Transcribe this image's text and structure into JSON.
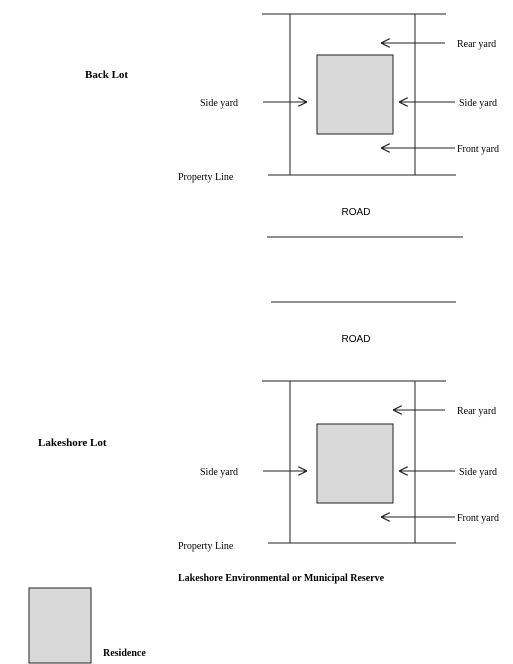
{
  "back_lot": {
    "title": "Back Lot",
    "labels": {
      "rear_yard": "Rear yard",
      "side_yard_left": "Side yard",
      "side_yard_right": "Side yard",
      "front_yard": "Front yard",
      "property_line": "Property Line"
    }
  },
  "roads": {
    "upper": "ROAD",
    "lower": "ROAD"
  },
  "lakeshore_lot": {
    "title": "Lakeshore Lot",
    "labels": {
      "rear_yard": "Rear yard",
      "side_yard_left": "Side yard",
      "side_yard_right": "Side yard",
      "front_yard": "Front yard",
      "property_line": "Property Line"
    },
    "reserve": "Lakeshore Environmental or Municipal Reserve"
  },
  "legend": {
    "residence": "Residence"
  },
  "colors": {
    "residence_fill": "#d9d9d9",
    "stroke": "#222222",
    "text": "#000000"
  }
}
